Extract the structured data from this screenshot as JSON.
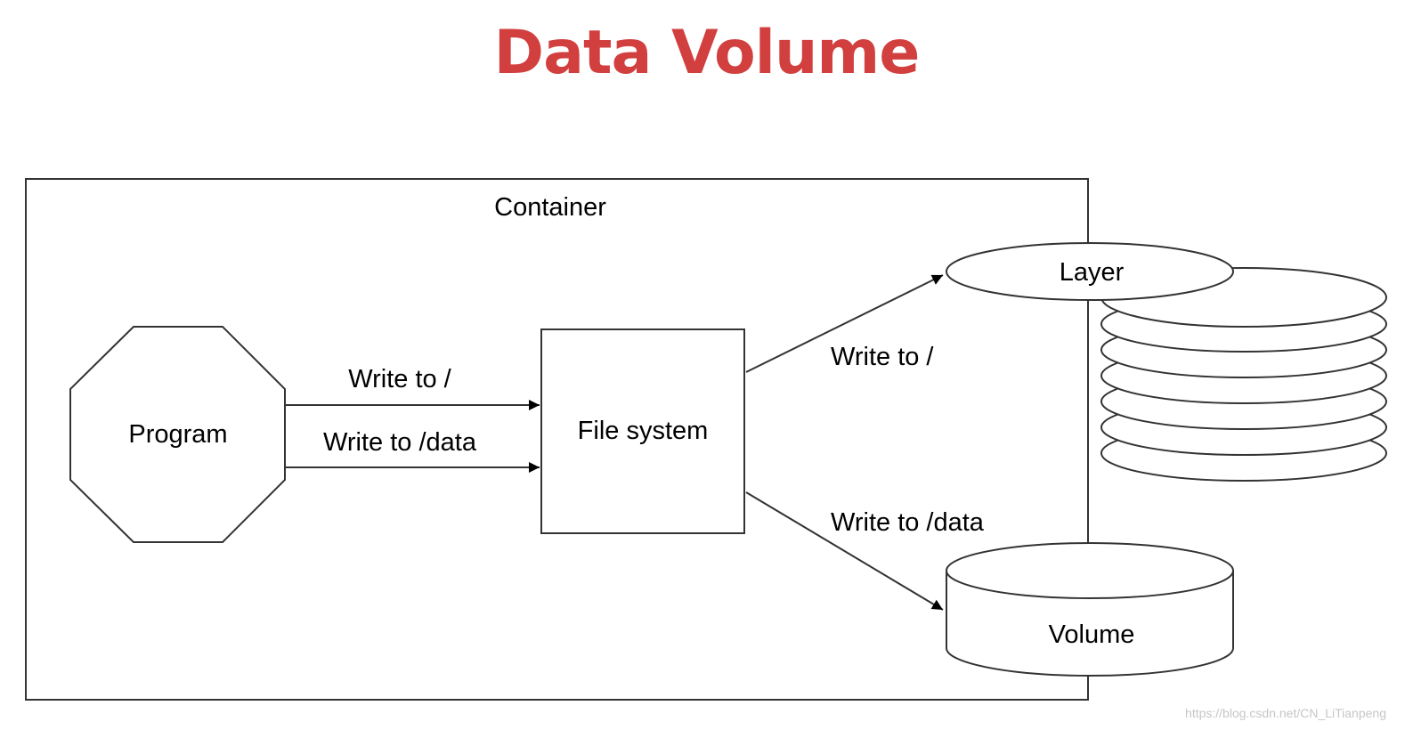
{
  "title": "Data Volume",
  "colors": {
    "title": "#d23f3f",
    "stroke": "#000000",
    "background": "#ffffff",
    "watermark": "#c6c6c6"
  },
  "diagram": {
    "container_label": "Container",
    "program_label": "Program",
    "filesystem_label": "File system",
    "layer_label": "Layer",
    "volume_label": "Volume",
    "edge_program_fs_root": "Write to /",
    "edge_program_fs_data": "Write to /data",
    "edge_fs_layer": "Write to /",
    "edge_fs_volume": "Write to /data"
  },
  "watermark": "https://blog.csdn.net/CN_LiTianpeng"
}
